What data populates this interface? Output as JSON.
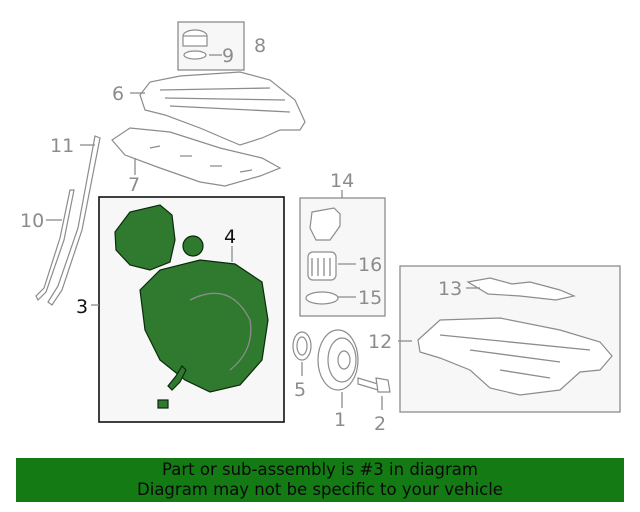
{
  "labels": {
    "p1": "1",
    "p2": "2",
    "p3": "3",
    "p4": "4",
    "p5": "5",
    "p6": "6",
    "p7": "7",
    "p8": "8",
    "p9": "9",
    "p10": "10",
    "p11": "11",
    "p12": "12",
    "p13": "13",
    "p14": "14",
    "p15": "15",
    "p16": "16"
  },
  "highlight": {
    "part_number": "3",
    "color": "#2f7a2f"
  },
  "banner": {
    "line1": "Part or sub-assembly is #3 in diagram",
    "line2": "Diagram may not be specific to your vehicle",
    "background": "#147a14"
  }
}
